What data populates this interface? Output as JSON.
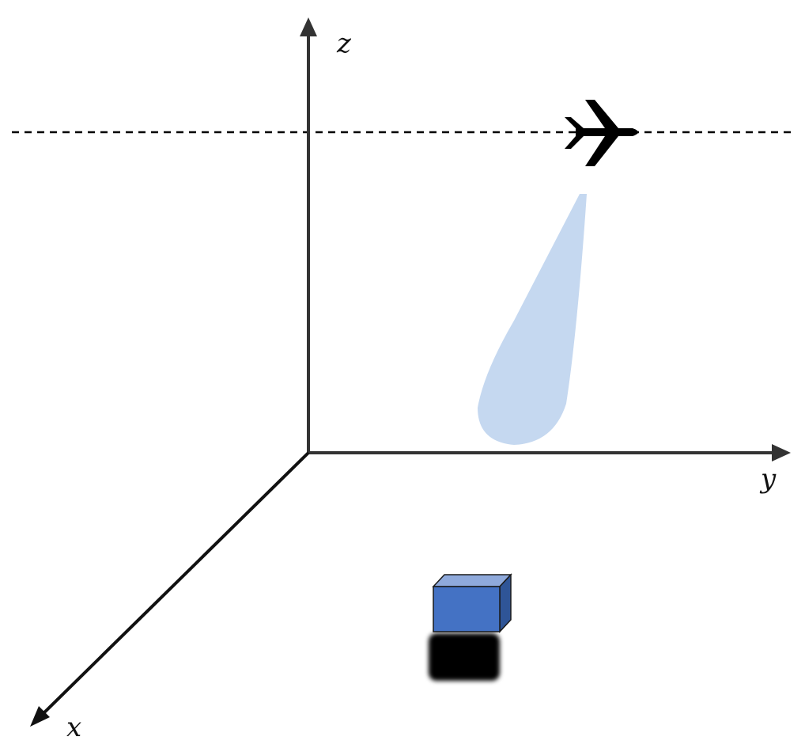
{
  "axes": {
    "x_label": "x",
    "y_label": "y",
    "z_label": "z"
  },
  "icons": {
    "aircraft": "airplane-icon",
    "target": "box-icon"
  },
  "colors": {
    "axis": "#333333",
    "flight_path": "#000000",
    "aircraft": "#000000",
    "beam": "#c5d8f0",
    "target_front": "#4472c4",
    "target_top": "#8faadc",
    "target_side": "#2f5597",
    "shadow": "#000000"
  }
}
